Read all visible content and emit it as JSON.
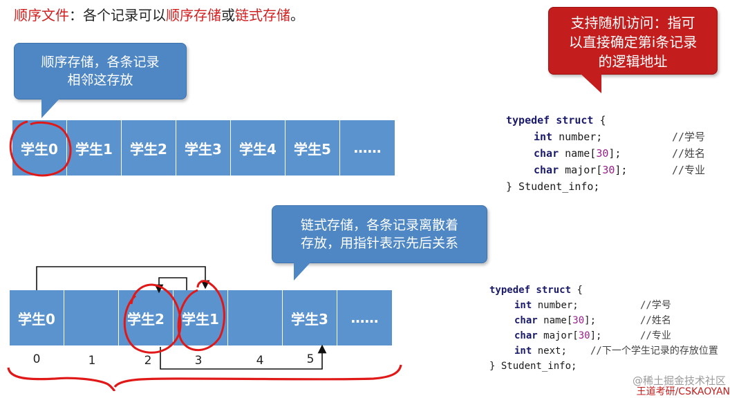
{
  "title": {
    "part1": "顺序文件",
    "part2": "：各个记录可以",
    "part3": "顺序存储",
    "part4": "或",
    "part5": "链式存储",
    "part6": "。"
  },
  "callouts": {
    "sequential": [
      "顺序存储，各条记录",
      "相邻这存放"
    ],
    "random_access": [
      "支持随机访问：指可",
      "以直接确定第i条记录",
      "的逻辑地址"
    ],
    "linked": [
      "链式存储，各条记录离散着",
      "存放，用指针表示先后关系"
    ]
  },
  "sequential_row": [
    "学生0",
    "学生1",
    "学生2",
    "学生3",
    "学生4",
    "学生5",
    "……"
  ],
  "linked_row": [
    "学生0",
    "",
    "学生2",
    "学生1",
    "",
    "学生3",
    "……"
  ],
  "indices": [
    "0",
    "1",
    "2",
    "3",
    "4",
    "5"
  ],
  "code1": {
    "l1_kw": "typedef struct",
    "l1_rest": " {",
    "l2_kw": "int",
    "l2_rest": " number;",
    "l2_cmt": "//学号",
    "l3_kw": "char",
    "l3_rest": " name[",
    "l3_num": "30",
    "l3_end": "];",
    "l3_cmt": "//姓名",
    "l4_kw": "char",
    "l4_rest": " major[",
    "l4_num": "30",
    "l4_end": "];",
    "l4_cmt": "//专业",
    "l5": "} Student_info;"
  },
  "code2": {
    "l1_kw": "typedef struct",
    "l1_rest": " {",
    "l2_kw": "int",
    "l2_rest": " number;",
    "l2_cmt": "//学号",
    "l3_kw": "char",
    "l3_rest": " name[",
    "l3_num": "30",
    "l3_end": "];",
    "l3_cmt": "//姓名",
    "l4_kw": "char",
    "l4_rest": " major[",
    "l4_num": "30",
    "l4_end": "];",
    "l4_cmt": "//专业",
    "l5_kw": "int",
    "l5_rest": " next;",
    "l5_cmt": "//下一个学生记录的存放位置",
    "l6": "} Student_info;"
  },
  "watermark": "@稀土掘金技术社区",
  "watermark2": "王道考研/CSKAOYAN",
  "colors": {
    "cell_blue": "#5b93cf",
    "callout_blue": "#4f87c4",
    "callout_red": "#c41d1d",
    "title_red": "#d21f1f",
    "ink_red": "#e01818"
  }
}
